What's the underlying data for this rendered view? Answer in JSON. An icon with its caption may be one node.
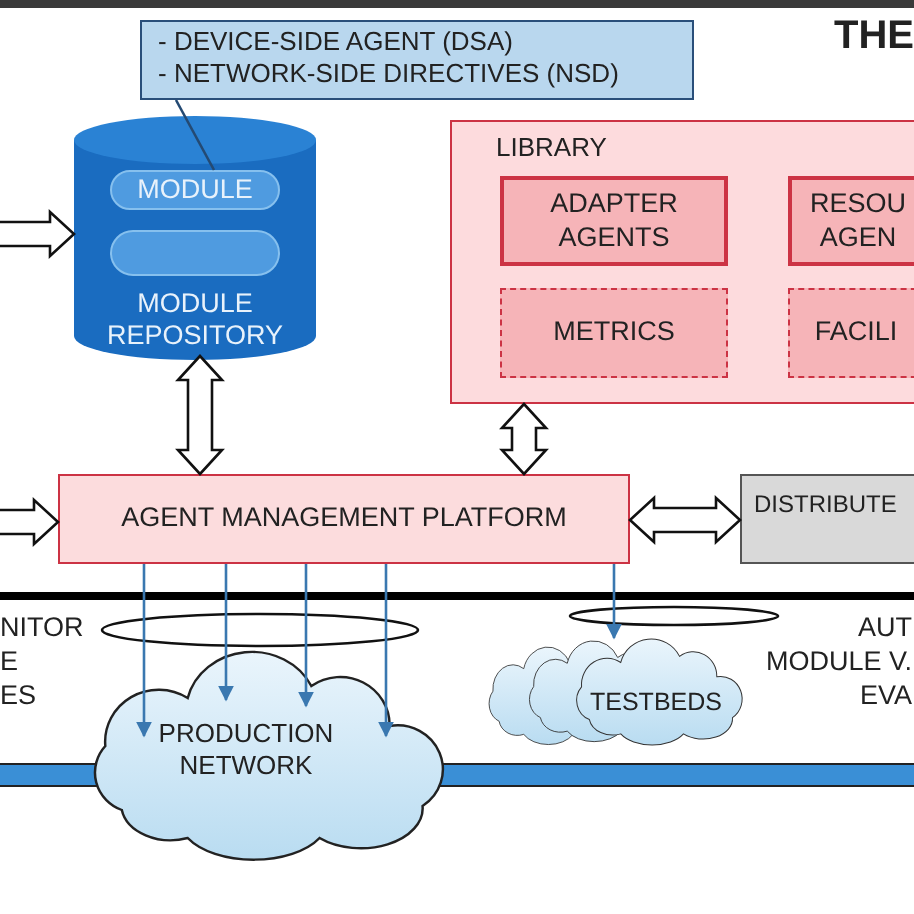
{
  "diagram": {
    "nodes": [
      {
        "text": [
          "- DEVICE-SIDE AGENT (DSA)",
          "- NETWORK-SIDE DIRECTIVES (NSD)"
        ]
      },
      {
        "text": [
          "MODULE REPOSITORY"
        ]
      },
      {
        "text": [
          "MODULE"
        ],
        "in": 1
      },
      {
        "text": [],
        "shape": "box",
        "in": 1
      },
      {
        "text": [
          "LIBRARY"
        ]
      },
      {
        "text": [
          "ADAPTER AGENTS"
        ],
        "in": 4
      },
      {
        "text": [
          "RESOU AGEN"
        ],
        "in": 4
      },
      {
        "text": [
          "METRICS"
        ],
        "in": 4
      },
      {
        "text": [
          "FACILI"
        ],
        "in": 4
      },
      {
        "text": [
          "AGENT MANAGEMENT PLATFORM"
        ]
      },
      {
        "text": [
          "DISTRIBUTE"
        ]
      },
      {
        "text": [
          "PRODUCTION NETWORK"
        ]
      },
      {
        "text": [
          "TESTBEDS"
        ]
      }
    ],
    "edges": [
      {
        "from": null,
        "to": 1,
        "arrow": "to",
        "style": "thick"
      },
      {
        "from": 1,
        "to": 9,
        "arrow": "both",
        "style": "thick"
      },
      {
        "from": 4,
        "to": 9,
        "arrow": "both",
        "style": "thick"
      },
      {
        "from": null,
        "to": 9,
        "arrow": "to",
        "style": "thick"
      },
      {
        "from": 9,
        "to": 10,
        "arrow": "both",
        "style": "thick"
      },
      {
        "from": 9,
        "to": 11,
        "arrow": "to",
        "color": "#3a78b0"
      },
      {
        "from": 9,
        "to": 11,
        "arrow": "to",
        "color": "#3a78b0"
      },
      {
        "from": 9,
        "to": 11,
        "arrow": "to",
        "color": "#3a78b0"
      },
      {
        "from": 9,
        "to": 11,
        "arrow": "to",
        "color": "#3a78b0"
      },
      {
        "from": 9,
        "to": 12,
        "arrow": "to",
        "color": "#3a78b0"
      },
      {
        "from": 0,
        "to": 2,
        "arrow": "none",
        "color": "#244a73"
      }
    ],
    "labels": [
      "THE",
      "NITOR",
      "E",
      "ES",
      "AUT",
      "MODULE V.",
      "EVA"
    ]
  }
}
